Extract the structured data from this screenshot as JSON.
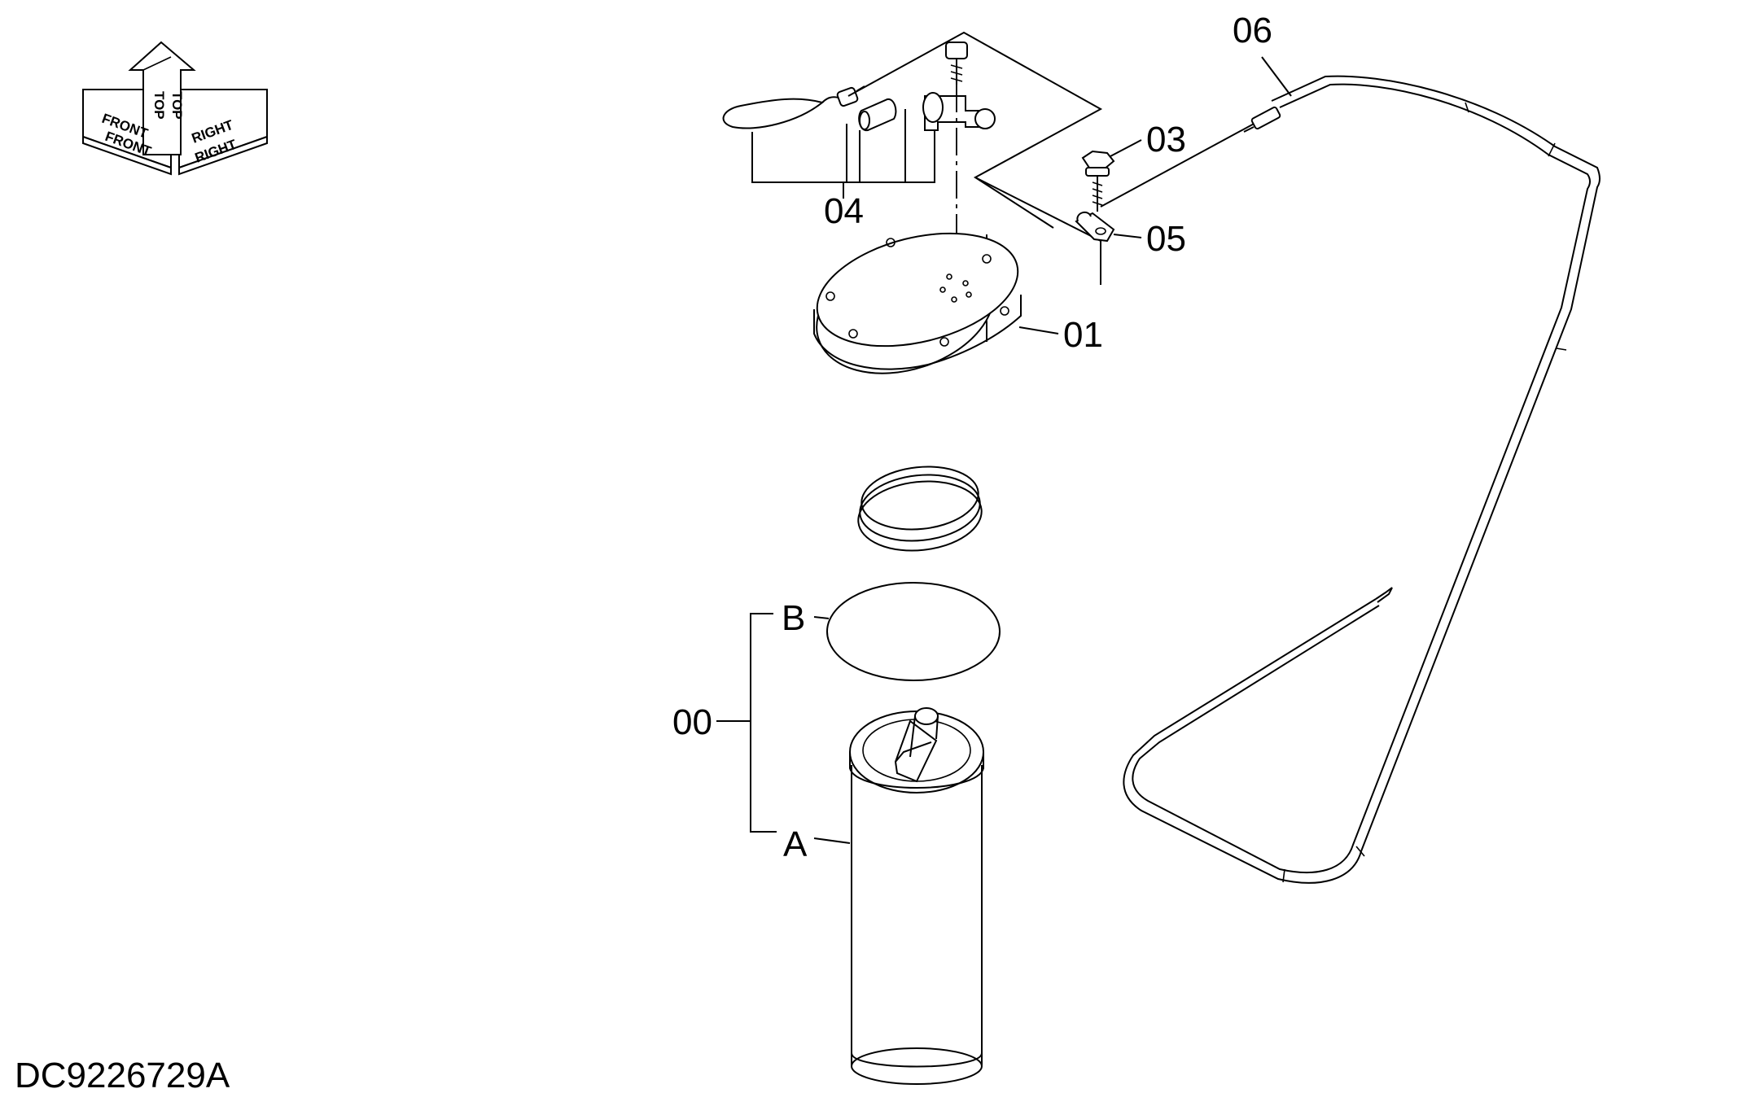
{
  "drawing_id": "DC9226729A",
  "orientation": {
    "front": "FRONT",
    "top": "TOP",
    "right": "RIGHT"
  },
  "labels": {
    "l00": "00",
    "l01": "01",
    "l03": "03",
    "l04": "04",
    "l05": "05",
    "l06": "06",
    "lA": "A",
    "lB": "B"
  }
}
